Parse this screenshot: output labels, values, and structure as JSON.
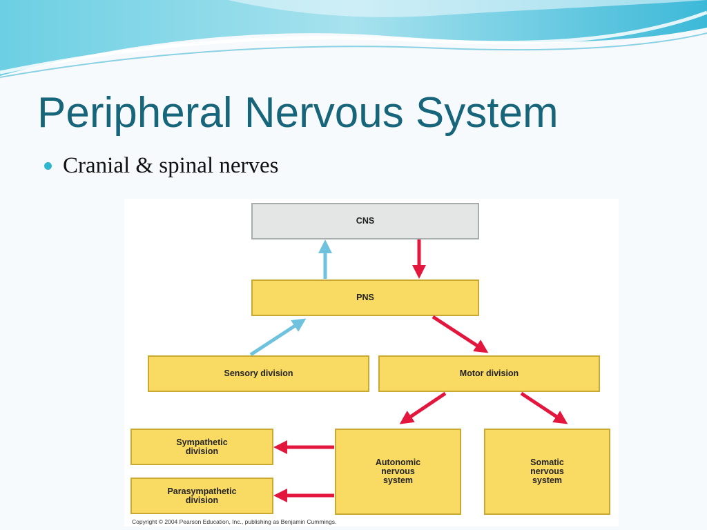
{
  "slide": {
    "title": "Peripheral Nervous System",
    "bullet": "Cranial & spinal nerves"
  },
  "diagram": {
    "nodes": {
      "cns": "CNS",
      "pns": "PNS",
      "sensory": "Sensory division",
      "motor": "Motor  division",
      "sympathetic": "Sympathetic\ndivision",
      "parasympathetic": "Parasympathetic\ndivision",
      "autonomic": "Autonomic\nnervous\nsystem",
      "somatic": "Somatic\nnervous\nsystem"
    },
    "copyright": "Copyright © 2004 Pearson Education, Inc., publishing as Benjamin Cummings."
  },
  "colors": {
    "title": "#17657a",
    "bullet": "#2fb6cf",
    "box_fill": "#f9da62",
    "box_border": "#c9a931",
    "cns_fill": "#e4e6e6",
    "afferent_arrow": "#6ec2dd",
    "efferent_arrow": "#e3163e"
  }
}
